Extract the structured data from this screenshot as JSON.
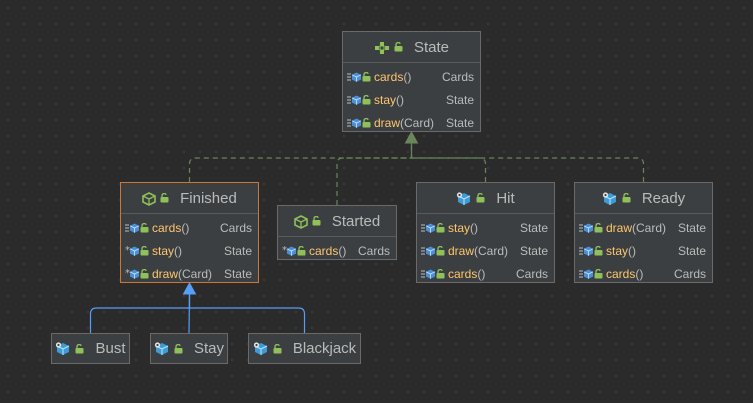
{
  "colors": {
    "background": "#2b2b2b",
    "node_fill": "#3c3f41",
    "node_border": "#6a6a6a",
    "selected_border": "#cc7832",
    "realization_edge": "#6a8759",
    "inheritance_edge": "#589df6",
    "method_name": "#ffc66d",
    "text": "#bbbbbb"
  },
  "nodes": {
    "state": {
      "name": "State",
      "kind": "interface",
      "icon": "interface-icon",
      "members": [
        {
          "name": "cards",
          "params": "()",
          "type": "Cards",
          "icon": "abstract-method-icon"
        },
        {
          "name": "stay",
          "params": "()",
          "type": "State",
          "icon": "abstract-method-icon"
        },
        {
          "name": "draw",
          "params": "(Card)",
          "type": "State",
          "icon": "abstract-method-icon"
        }
      ]
    },
    "finished": {
      "name": "Finished",
      "kind": "abstract-class",
      "icon": "abstract-class-icon",
      "selected": true,
      "members": [
        {
          "name": "cards",
          "params": "()",
          "type": "Cards",
          "icon": "abstract-method-icon"
        },
        {
          "name": "stay",
          "params": "()",
          "type": "State",
          "icon": "implemented-method-icon"
        },
        {
          "name": "draw",
          "params": "(Card)",
          "type": "State",
          "icon": "implemented-method-icon"
        }
      ]
    },
    "started": {
      "name": "Started",
      "kind": "abstract-class",
      "icon": "abstract-class-icon",
      "members": [
        {
          "name": "cards",
          "params": "()",
          "type": "Cards",
          "icon": "implemented-method-icon"
        }
      ]
    },
    "hit": {
      "name": "Hit",
      "kind": "class",
      "icon": "class-icon",
      "members": [
        {
          "name": "stay",
          "params": "()",
          "type": "State",
          "icon": "abstract-method-icon"
        },
        {
          "name": "draw",
          "params": "(Card)",
          "type": "State",
          "icon": "abstract-method-icon"
        },
        {
          "name": "cards",
          "params": "()",
          "type": "Cards",
          "icon": "abstract-method-icon"
        }
      ]
    },
    "ready": {
      "name": "Ready",
      "kind": "class",
      "icon": "class-icon",
      "members": [
        {
          "name": "draw",
          "params": "(Card)",
          "type": "State",
          "icon": "abstract-method-icon"
        },
        {
          "name": "stay",
          "params": "()",
          "type": "State",
          "icon": "abstract-method-icon"
        },
        {
          "name": "cards",
          "params": "()",
          "type": "Cards",
          "icon": "abstract-method-icon"
        }
      ]
    },
    "bust": {
      "name": "Bust",
      "kind": "class",
      "icon": "class-icon",
      "members": []
    },
    "stay": {
      "name": "Stay",
      "kind": "class",
      "icon": "class-icon",
      "members": []
    },
    "blackjack": {
      "name": "Blackjack",
      "kind": "class",
      "icon": "class-icon",
      "members": []
    }
  },
  "edges": [
    {
      "from": "finished",
      "to": "state",
      "kind": "realization"
    },
    {
      "from": "started",
      "to": "state",
      "kind": "realization"
    },
    {
      "from": "hit",
      "to": "state",
      "kind": "realization"
    },
    {
      "from": "ready",
      "to": "state",
      "kind": "realization"
    },
    {
      "from": "bust",
      "to": "finished",
      "kind": "inheritance"
    },
    {
      "from": "stay",
      "to": "finished",
      "kind": "inheritance"
    },
    {
      "from": "blackjack",
      "to": "finished",
      "kind": "inheritance"
    }
  ]
}
